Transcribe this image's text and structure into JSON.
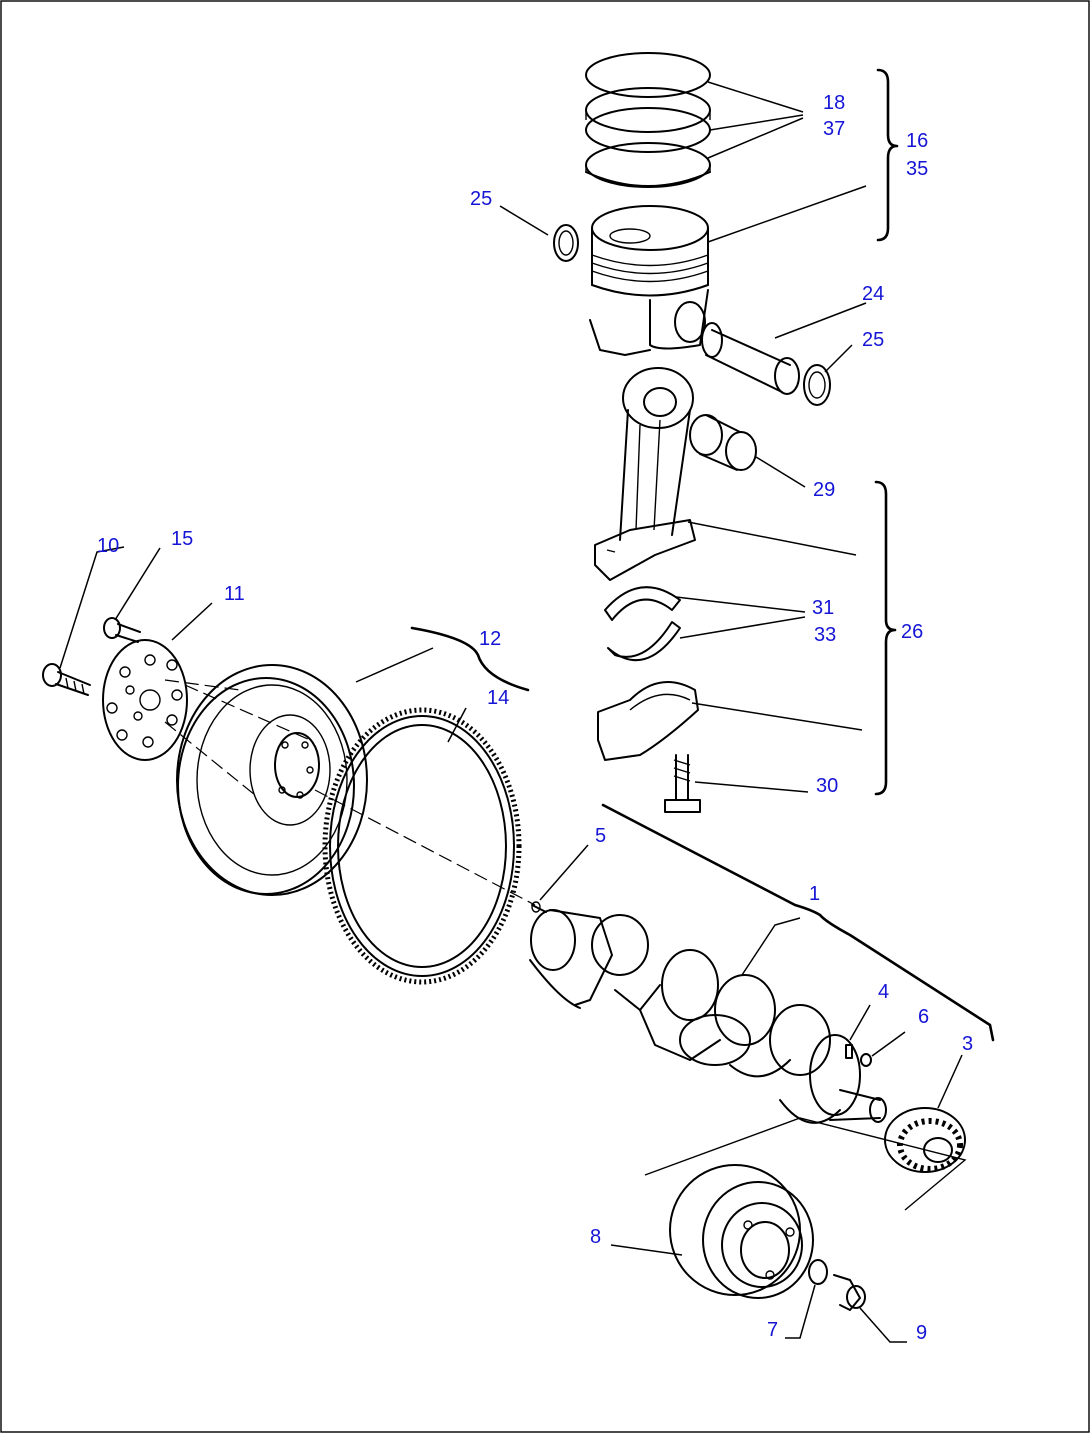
{
  "callouts": [
    {
      "id": "c1",
      "text": "1"
    },
    {
      "id": "c3",
      "text": "3"
    },
    {
      "id": "c4",
      "text": "4"
    },
    {
      "id": "c5",
      "text": "5"
    },
    {
      "id": "c6",
      "text": "6"
    },
    {
      "id": "c7",
      "text": "7"
    },
    {
      "id": "c8",
      "text": "8"
    },
    {
      "id": "c9",
      "text": "9"
    },
    {
      "id": "c10",
      "text": "10"
    },
    {
      "id": "c11",
      "text": "11"
    },
    {
      "id": "c12",
      "text": "12"
    },
    {
      "id": "c14",
      "text": "14"
    },
    {
      "id": "c15",
      "text": "15"
    },
    {
      "id": "c16",
      "text": "16"
    },
    {
      "id": "c35",
      "text": "35"
    },
    {
      "id": "c18",
      "text": "18"
    },
    {
      "id": "c37",
      "text": "37"
    },
    {
      "id": "c24",
      "text": "24"
    },
    {
      "id": "c25a",
      "text": "25"
    },
    {
      "id": "c25b",
      "text": "25"
    },
    {
      "id": "c26",
      "text": "26"
    },
    {
      "id": "c29",
      "text": "29"
    },
    {
      "id": "c30",
      "text": "30"
    },
    {
      "id": "c31",
      "text": "31"
    },
    {
      "id": "c33",
      "text": "33"
    }
  ],
  "colors": {
    "callout": "#1515d6",
    "line": "#000000",
    "background": "#ffffff"
  }
}
